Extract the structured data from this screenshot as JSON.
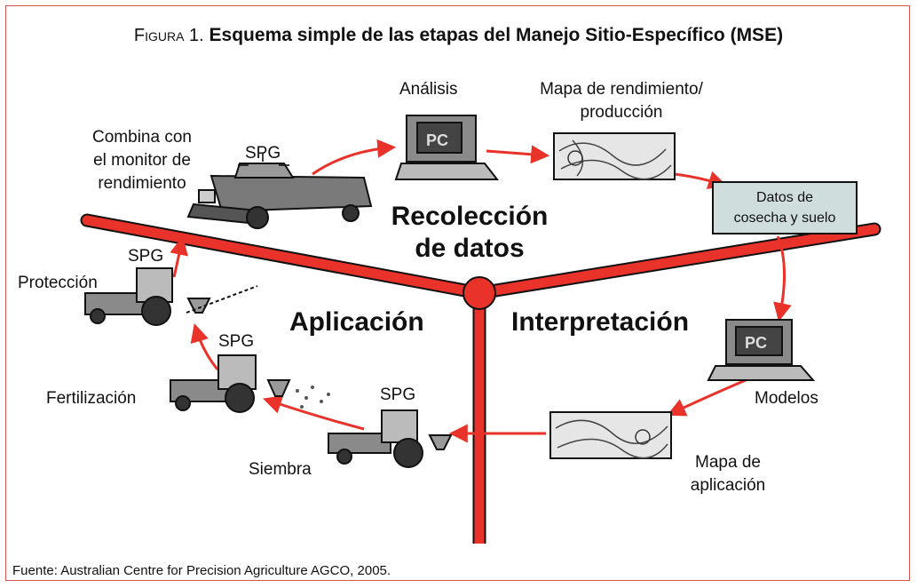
{
  "caption": {
    "figure_label": "Figura 1.",
    "title": "Esquema simple de las etapas del Manejo Sitio-Específico (MSE)"
  },
  "sections": {
    "collection": [
      "Recolección",
      "de datos"
    ],
    "application": "Aplicación",
    "interpretation": "Interpretación"
  },
  "labels": {
    "combine": [
      "Combina con",
      "el monitor de",
      "rendimiento"
    ],
    "spg": "SPG",
    "analysis": "Análisis",
    "yield_map": [
      "Mapa de rendimiento/",
      "producción"
    ],
    "harvest_data": [
      "Datos de",
      "cosecha y suelo"
    ],
    "models": "Modelos",
    "application_map": [
      "Mapa de",
      "aplicación"
    ],
    "sowing": "Siembra",
    "fertilization": "Fertilización",
    "protection": "Protección",
    "pc": "PC"
  },
  "source": "Fuente: Australian Centre for Precision Agriculture AGCO, 2005.",
  "colors": {
    "accent": "#e8322a",
    "frame": "#d9534f",
    "box_fill": "#cfdedd"
  }
}
